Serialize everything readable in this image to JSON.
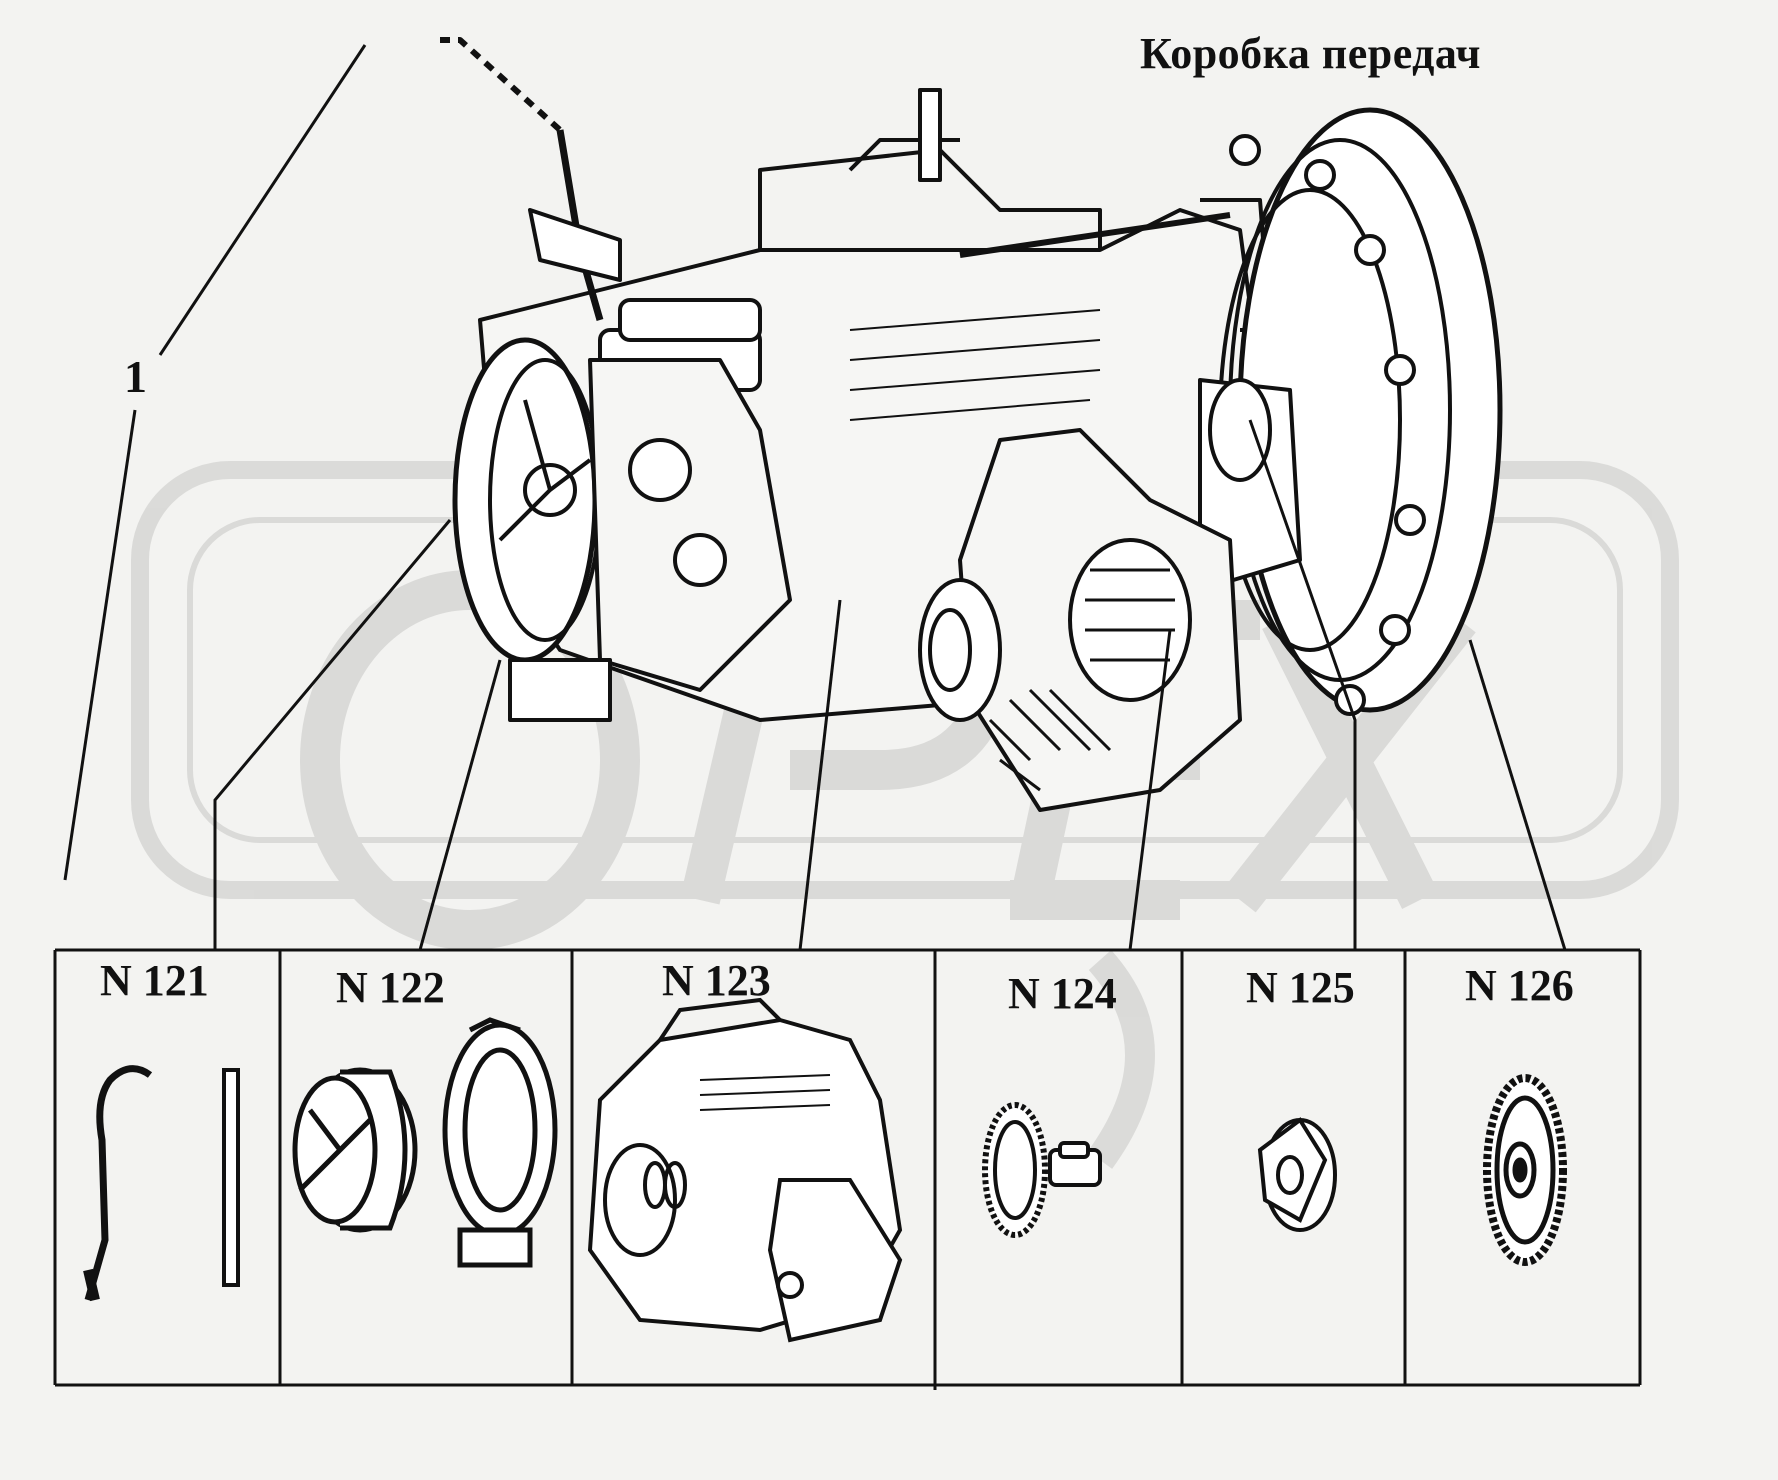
{
  "title": "Коробка передач",
  "callout": "1",
  "parts": [
    {
      "label": "N 121"
    },
    {
      "label": "N 122"
    },
    {
      "label": "N 123"
    },
    {
      "label": "N 124"
    },
    {
      "label": "N 125"
    },
    {
      "label": "N 126"
    }
  ],
  "watermark": "OPEX",
  "colors": {
    "background": "#f3f3f1",
    "line": "#111111",
    "watermark": "#dcdcda"
  }
}
